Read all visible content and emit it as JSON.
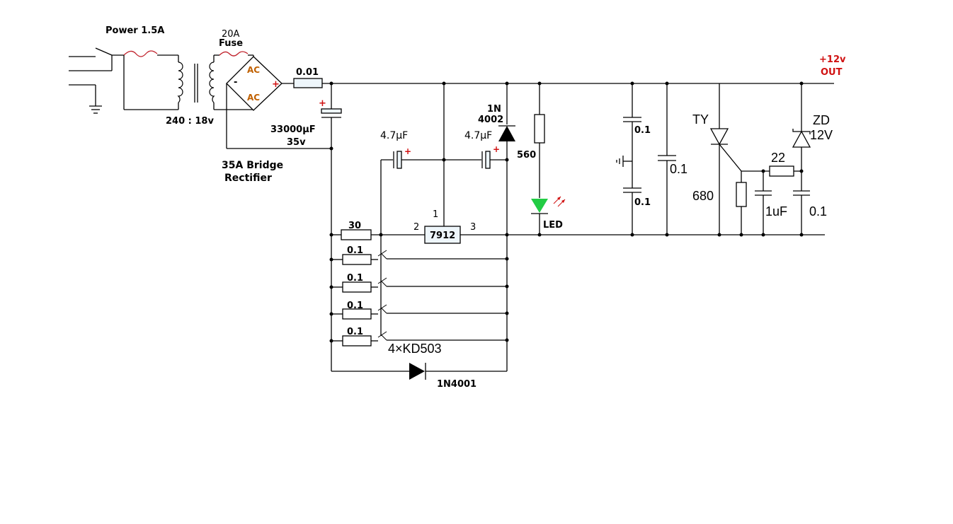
{
  "labels": {
    "power": "Power 1.5A",
    "fuse_rating": "20A",
    "fuse": "Fuse",
    "ratio": "240 : 18v",
    "ac_top": "AC",
    "ac_bottom": "AC",
    "bridge_plus": "+",
    "bridge_minus": "-",
    "bridge1": "35A Bridge",
    "bridge2": "Rectifier",
    "shunt": "0.01",
    "main_cap_plus": "+",
    "main_cap": "33000μF",
    "main_cap_v": "35v",
    "out_v": "+12v",
    "out": "OUT",
    "cap_a": "4.7μF",
    "cap_a_plus": "+",
    "cap_b": "4.7μF",
    "cap_b_plus": "+",
    "d1_line1": "1N",
    "d1_line2": "4002",
    "r_560": "560",
    "led": "LED",
    "r_30": "30",
    "reg": "7912",
    "pin1": "1",
    "pin2": "2",
    "pin3": "3",
    "r_e1": "0.1",
    "r_e2": "0.1",
    "r_e3": "0.1",
    "r_e4": "0.1",
    "transistors": "4×KD503",
    "d2": "1N4001",
    "c_top": "0.1",
    "c_bot": "0.1",
    "c_big": "0.1",
    "thyristor": "TY",
    "r_680": "680",
    "r_22": "22",
    "c_1uf": "1uF",
    "c_gate": "0.1",
    "zener": "ZD",
    "zener_v": "12V"
  },
  "colors": {
    "wire": "#000000",
    "fuse": "#c0202a",
    "bridge_label": "#c06000",
    "plus_mark": "#d01010",
    "output_label": "#d01010",
    "led": "#22cc44",
    "resistor_fill": "#eef6fb"
  }
}
